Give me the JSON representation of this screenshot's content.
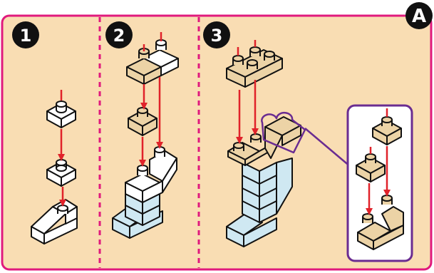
{
  "panel": {
    "id_label": "A",
    "background": "#f9ddb3",
    "border_color": "#e0197d",
    "divider_color": "#e0197d"
  },
  "steps": [
    {
      "number": "1"
    },
    {
      "number": "2"
    },
    {
      "number": "3"
    }
  ],
  "colors": {
    "brick_tan": "#ecd3a6",
    "brick_white": "#ffffff",
    "brick_blue": "#cfe8f2",
    "arrow_red": "#e0222a",
    "callout_border": "#6a2c91",
    "outline": "#111111"
  }
}
